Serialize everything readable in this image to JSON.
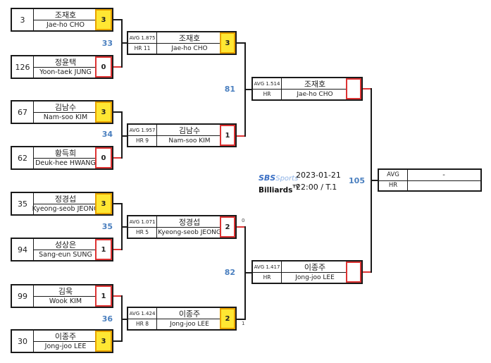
{
  "round1": [
    {
      "seed": "3",
      "kor": "조재호",
      "eng": "Jae-ho CHO",
      "score": "3",
      "win": true
    },
    {
      "seed": "126",
      "kor": "정윤택",
      "eng": "Yoon-taek JUNG",
      "score": "0",
      "win": false
    },
    {
      "seed": "67",
      "kor": "김남수",
      "eng": "Nam-soo KIM",
      "score": "3",
      "win": true
    },
    {
      "seed": "62",
      "kor": "황득희",
      "eng": "Deuk-hee HWANG",
      "score": "0",
      "win": false
    },
    {
      "seed": "35",
      "kor": "정경섭",
      "eng": "Kyeong-seob JEONG",
      "score": "3",
      "win": true
    },
    {
      "seed": "94",
      "kor": "성상은",
      "eng": "Sang-eun SUNG",
      "score": "1",
      "win": false
    },
    {
      "seed": "99",
      "kor": "김욱",
      "eng": "Wook KIM",
      "score": "1",
      "win": false
    },
    {
      "seed": "30",
      "kor": "이종주",
      "eng": "Jong-joo LEE",
      "score": "3",
      "win": true
    }
  ],
  "round1_game_numbers": [
    "33",
    "34",
    "35",
    "36"
  ],
  "round2": [
    {
      "avg": "AVG 1.875",
      "hr": "HR 11",
      "kor": "조재호",
      "eng": "Jae-ho CHO",
      "score": "3",
      "win": true
    },
    {
      "avg": "AVG 1.957",
      "hr": "HR 9",
      "kor": "김남수",
      "eng": "Nam-soo KIM",
      "score": "1",
      "win": false
    },
    {
      "avg": "AVG 1.071",
      "hr": "HR 5",
      "kor": "정경섭",
      "eng": "Kyeong-seob JEONG",
      "score": "2",
      "win": false
    },
    {
      "avg": "AVG 1.424",
      "hr": "HR 8",
      "kor": "이종주",
      "eng": "Jong-joo LEE",
      "score": "2",
      "win": true
    }
  ],
  "round2_side_scores": [
    "0",
    "1"
  ],
  "round2_game_numbers": [
    "81",
    "82"
  ],
  "semis": [
    {
      "avg": "AVG 1.514",
      "hr": "HR",
      "kor": "조재호",
      "eng": "Jae-ho CHO"
    },
    {
      "avg": "AVG 1.417",
      "hr": "HR",
      "kor": "이종주",
      "eng": "Jong-joo LEE"
    }
  ],
  "final": {
    "game_number": "105",
    "avg": "AVG",
    "hr": "HR",
    "name": "-"
  },
  "broadcast": {
    "logo_sbs": "SBS",
    "logo_sports": "Sports",
    "logo_billiards": "Billiards",
    "logo_tv": "TV",
    "date": "2023-01-21",
    "time_table": "22:00 / T.1"
  },
  "colors": {
    "win_fill": "#ffe733",
    "lose_border": "#d33",
    "game_number": "#4a7fbf"
  }
}
